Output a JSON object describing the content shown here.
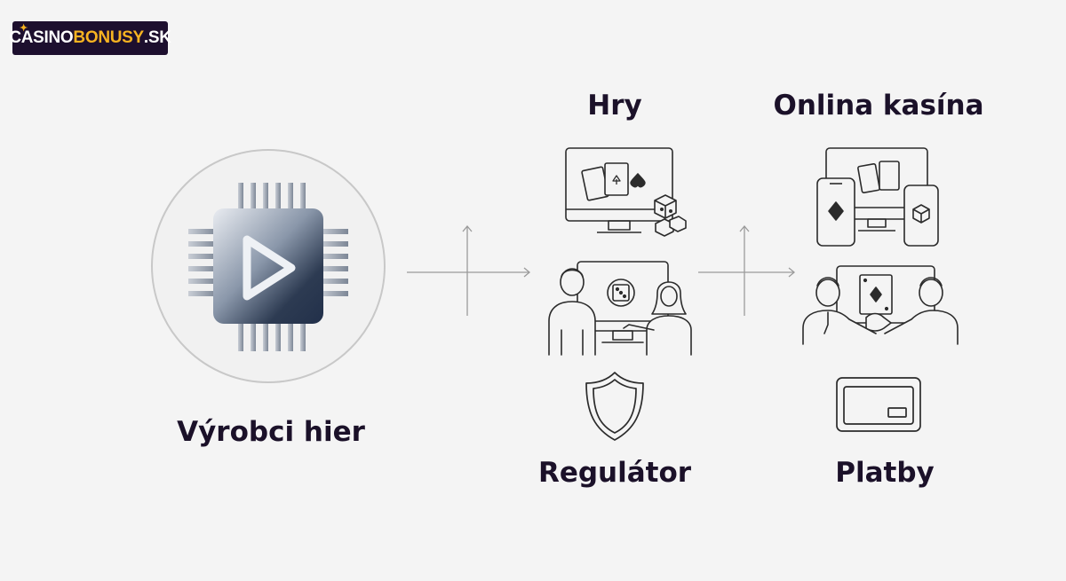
{
  "brand": {
    "logo_part1": "CASINO",
    "logo_part2": "BONUSY",
    "logo_part3": ".SK"
  },
  "labels": {
    "producers": "Výrobci hier",
    "games": "Hry",
    "regulator": "Regulátor",
    "online_casinos": "Onlina kasína",
    "payments": "Platby"
  },
  "colors": {
    "background": "#f4f4f4",
    "text": "#1b1129",
    "logo_background": "#1d0f2e",
    "logo_accent": "#f7b321",
    "line": "#3a3a3a",
    "chip_dark": "#2d3b52"
  },
  "icons": [
    "chip-play-icon",
    "gaming-monitor-icon",
    "regulator-people-icon",
    "shield-icon",
    "devices-icon",
    "casino-handshake-icon",
    "payment-card-icon"
  ]
}
